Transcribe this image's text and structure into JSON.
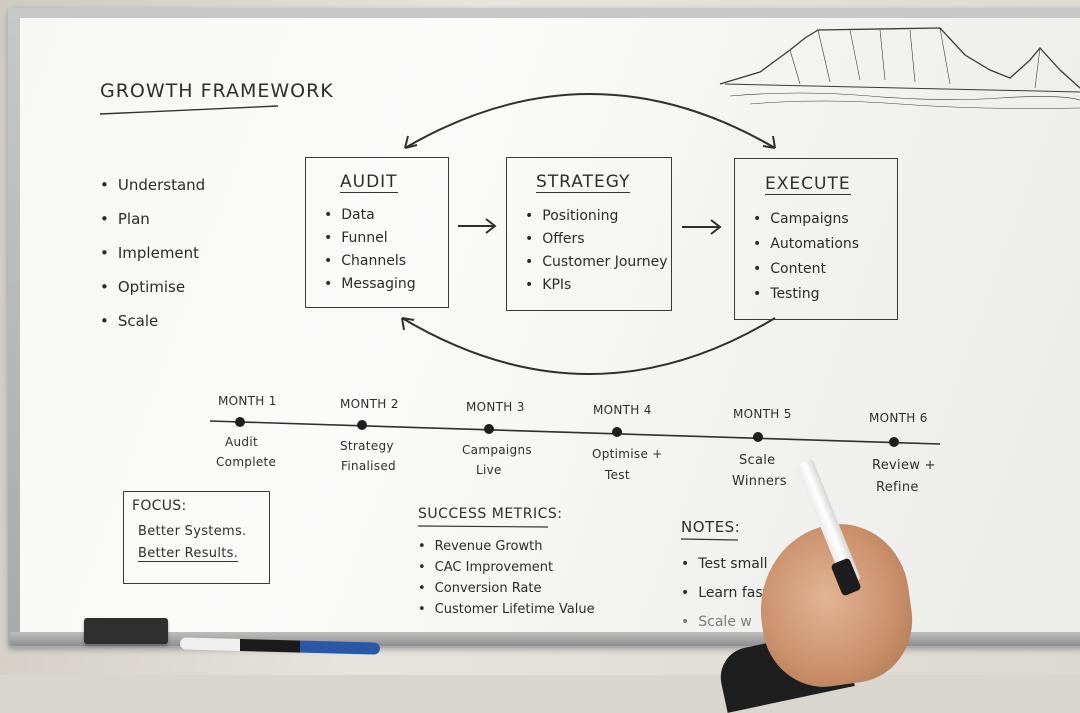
{
  "title": "GROWTH FRAMEWORK",
  "left_list": [
    "Understand",
    "Plan",
    "Implement",
    "Optimise",
    "Scale"
  ],
  "boxes": [
    {
      "heading": "AUDIT",
      "items": [
        "Data",
        "Funnel",
        "Channels",
        "Messaging"
      ]
    },
    {
      "heading": "STRATEGY",
      "items": [
        "Positioning",
        "Offers",
        "Customer Journey",
        "KPIs"
      ]
    },
    {
      "heading": "EXECUTE",
      "items": [
        "Campaigns",
        "Automations",
        "Content",
        "Testing"
      ]
    }
  ],
  "timeline": [
    {
      "month": "MONTH 1",
      "label1": "Audit",
      "label2": "Complete"
    },
    {
      "month": "MONTH 2",
      "label1": "Strategy",
      "label2": "Finalised"
    },
    {
      "month": "MONTH 3",
      "label1": "Campaigns",
      "label2": "Live"
    },
    {
      "month": "MONTH 4",
      "label1": "Optimise +",
      "label2": "Test"
    },
    {
      "month": "MONTH 5",
      "label1": "Scale",
      "label2": "Winners"
    },
    {
      "month": "MONTH 6",
      "label1": "Review +",
      "label2": "Refine"
    }
  ],
  "focus": {
    "heading": "FOCUS:",
    "line1": "Better Systems.",
    "line2": "Better Results."
  },
  "metrics": {
    "heading": "SUCCESS METRICS:",
    "items": [
      "Revenue Growth",
      "CAC Improvement",
      "Conversion Rate",
      "Customer Lifetime Value"
    ]
  },
  "notes": {
    "heading": "NOTES:",
    "items": [
      "Test small",
      "Learn fast",
      "Scale w"
    ]
  },
  "colors": {
    "ink": "#2e2e2e",
    "board": "#f7f7f5",
    "frame": "#b5b5b5",
    "marker_blue": "#2a58a6"
  }
}
